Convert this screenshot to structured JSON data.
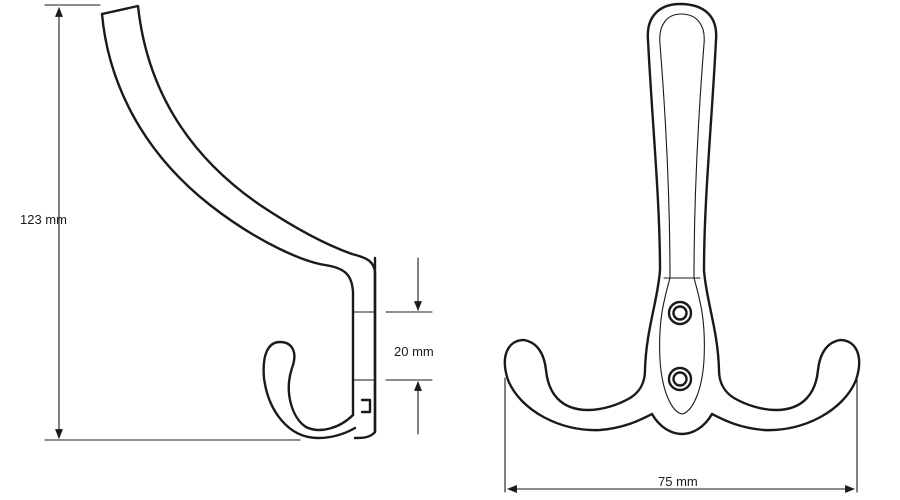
{
  "dimensions": {
    "height": "123 mm",
    "spacing": "20 mm",
    "width": "75 mm"
  },
  "colors": {
    "line": "#1a1a1a",
    "background": "#ffffff"
  }
}
